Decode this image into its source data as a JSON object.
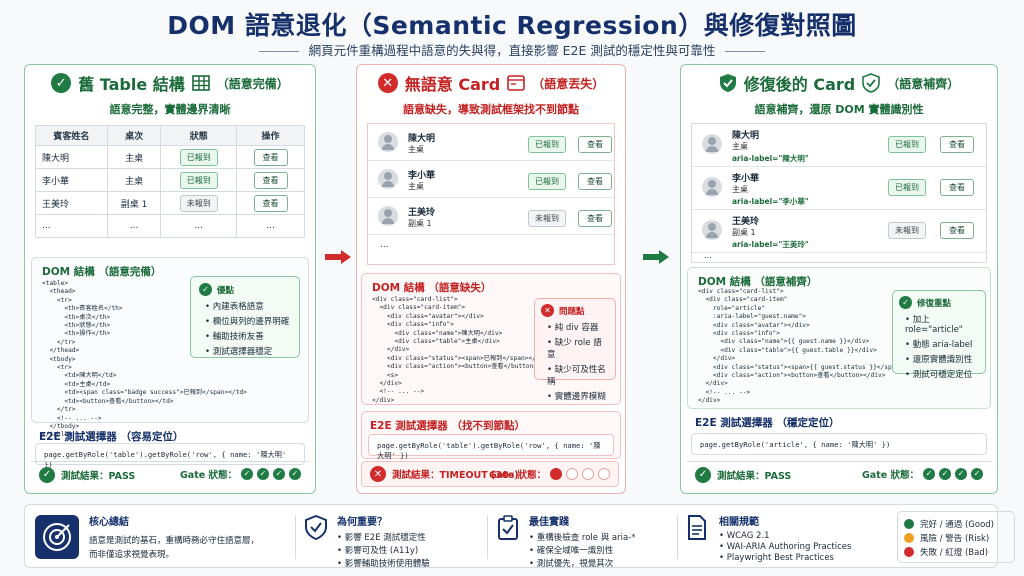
{
  "title": "DOM 語意退化（Semantic Regression）與修復對照圖",
  "subtitle": "網頁元件重構過程中語意的失與得，直接影響 E2E 測試的穩定性與可靠性",
  "colors": {
    "good": "#1f7a44",
    "bad": "#d22b2b",
    "risk": "#f0a020",
    "navy": "#15306a"
  },
  "left": {
    "title": "舊 Table 結構",
    "note": "（語意完備）",
    "sub": "語意完整，實體邊界清晰",
    "headers": [
      "賓客姓名",
      "桌次",
      "狀態",
      "操作"
    ],
    "rows": [
      {
        "name": "陳大明",
        "table": "主桌",
        "status": "已報到",
        "action": "查看",
        "ok": true
      },
      {
        "name": "李小華",
        "table": "主桌",
        "status": "已報到",
        "action": "查看",
        "ok": true
      },
      {
        "name": "王美玲",
        "table": "副桌 1",
        "status": "未報到",
        "action": "查看",
        "ok": false
      }
    ],
    "ellipsis": "...",
    "dom_title": "DOM 結構 （語意完備）",
    "dom_code": "<table>\n  <thead>\n    <tr>\n      <th>賓客姓名</th>\n      <th>桌次</th>\n      <th>狀態</th>\n      <th>操作</th>\n    </tr>\n  </thead>\n  <tbody>\n    <tr>\n      <td>陳大明</td>\n      <td>主桌</td>\n      <td><span class=\"badge success\">已報到</span></td>\n      <td><button>查看</button></td>\n    </tr>\n    <!-- ... -->\n  </tbody>\n</table>",
    "pros_title": "優點",
    "pros": [
      "內建表格語意",
      "欄位與列的邊界明確",
      "輔助技術友善",
      "測試選擇器穩定"
    ],
    "sel_title": "E2E 測試選擇器 （容易定位）",
    "sel_code": "page.getByRole('table').getByRole('row', { name: '陳大明' })",
    "result": "測試結果：PASS",
    "gate": "Gate 狀態："
  },
  "middle": {
    "title": "無語意 Card",
    "note": "（語意丟失）",
    "sub": "語意缺失，導致測試框架找不到節點",
    "cards": [
      {
        "name": "陳大明",
        "table": "主桌",
        "status": "已報到",
        "action": "查看",
        "ok": true
      },
      {
        "name": "李小華",
        "table": "主桌",
        "status": "已報到",
        "action": "查看",
        "ok": true
      },
      {
        "name": "王美玲",
        "table": "副桌 1",
        "status": "未報到",
        "action": "查看",
        "ok": false
      }
    ],
    "ellipsis": "...",
    "dom_title": "DOM 結構 （語意缺失）",
    "dom_code": "<div class=\"card-list\">\n  <div class=\"card-item\">\n    <div class=\"avatar\"></div>\n    <div class=\"info\">\n      <div class=\"name\">陳大明</div>\n      <div class=\"table\">主桌</div>\n    </div>\n    <div class=\"status\"><span>已報到</span></div>\n    <div class=\"action\"><button>查看</button></div>\n    <s>\n  </div>\n  <!-- ... -->\n</div>",
    "issues_title": "問題點",
    "issues": [
      "純 div 容器",
      "缺少 role 語意",
      "缺少可及性名稱",
      "實體邊界模糊"
    ],
    "sel_title": "E2E 測試選擇器 （找不到節點）",
    "sel_code": "page.getByRole('table').getByRole('row', { name: '陳大明' })",
    "result": "測試結果：TIMEOUT (30s)",
    "gate": "Gate 狀態："
  },
  "right": {
    "title": "修復後的 Card",
    "note": "（語意補齊）",
    "sub": "語意補齊，還原 DOM 實體識別性",
    "cards": [
      {
        "name": "陳大明",
        "table": "主桌",
        "aria": "aria-label=\"陳大明\"",
        "status": "已報到",
        "action": "查看",
        "ok": true
      },
      {
        "name": "李小華",
        "table": "主桌",
        "aria": "aria-label=\"李小華\"",
        "status": "已報到",
        "action": "查看",
        "ok": true
      },
      {
        "name": "王美玲",
        "table": "副桌 1",
        "aria": "aria-label=\"王美玲\"",
        "status": "未報到",
        "action": "查看",
        "ok": false
      }
    ],
    "ellipsis": "...",
    "dom_title": "DOM 結構 （語意補齊）",
    "dom_code": "<div class=\"card-list\">\n  <div class=\"card-item\"\n    role=\"article\"\n    :aria-label=\"guest.name\">\n    <div class=\"avatar\"></div>\n    <div class=\"info\">\n      <div class=\"name\">{{ guest.name }}</div>\n      <div class=\"table\">{{ guest.table }}</div>\n    </div>\n    <div class=\"status\"><span>{{ guest.status }}</span></div>\n    <div class=\"action\"><button>查看</button></div>\n  </div>\n  <!-- ... -->\n</div>",
    "fix_title": "修復重點",
    "fixes": [
      "加上 role=\"article\"",
      "動態 aria-label",
      "還原實體識別性",
      "測試可穩定定位"
    ],
    "sel_title": "E2E 測試選擇器 （穩定定位）",
    "sel_code": "page.getByRole('article', { name: '陳大明' })",
    "result": "測試結果：PASS",
    "gate": "Gate 狀態："
  },
  "bottom": {
    "core_title": "核心總結",
    "core_text1": "語意是測試的基石，重構時務必守住語意層，",
    "core_text2": "而非僅追求視覺表現。",
    "why_title": "為何重要？",
    "why": [
      "影響 E2E 測試穩定性",
      "影響可及性 (A11y)",
      "影響輔助技術使用體驗"
    ],
    "best_title": "最佳實踐",
    "best": [
      "重構後檢查 role 與 aria-*",
      "確保全域唯一識別性",
      "測試優先，視覺其次"
    ],
    "spec_title": "相關規範",
    "spec": [
      "WCAG 2.1",
      "WAI-ARIA Authoring Practices",
      "Playwright Best Practices"
    ],
    "legend": [
      {
        "label": "完好 / 通過 (Good)",
        "color": "#1f7a44"
      },
      {
        "label": "風險 / 警告 (Risk)",
        "color": "#f0a020"
      },
      {
        "label": "失敗 / 紅燈 (Bad)",
        "color": "#d22b2b"
      }
    ]
  }
}
